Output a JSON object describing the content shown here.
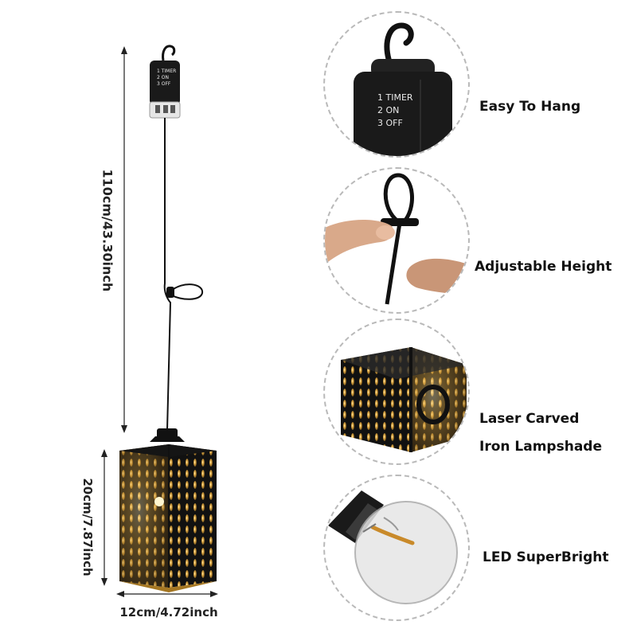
{
  "dimensions": {
    "total_length": "110cm/43.30inch",
    "shade_height": "20cm/7.87inch",
    "shade_width": "12cm/4.72inch"
  },
  "timer_switch": {
    "line1": "1 TIMER",
    "line2": "2 ON",
    "line3": "3 OFF"
  },
  "features": [
    {
      "label": "Easy To Hang",
      "icon": "hook-timer-icon"
    },
    {
      "label": "Adjustable Height",
      "icon": "cord-loop-icon"
    },
    {
      "label": "Laser Carved",
      "label2": "Iron Lampshade",
      "icon": "lampshade-icon"
    },
    {
      "label": "LED SuperBright",
      "icon": "bulb-icon"
    }
  ],
  "colors": {
    "lamp_black": "#1a1a1a",
    "glow": "#e8b24a",
    "dashed_circle": "#b9b9b9"
  }
}
